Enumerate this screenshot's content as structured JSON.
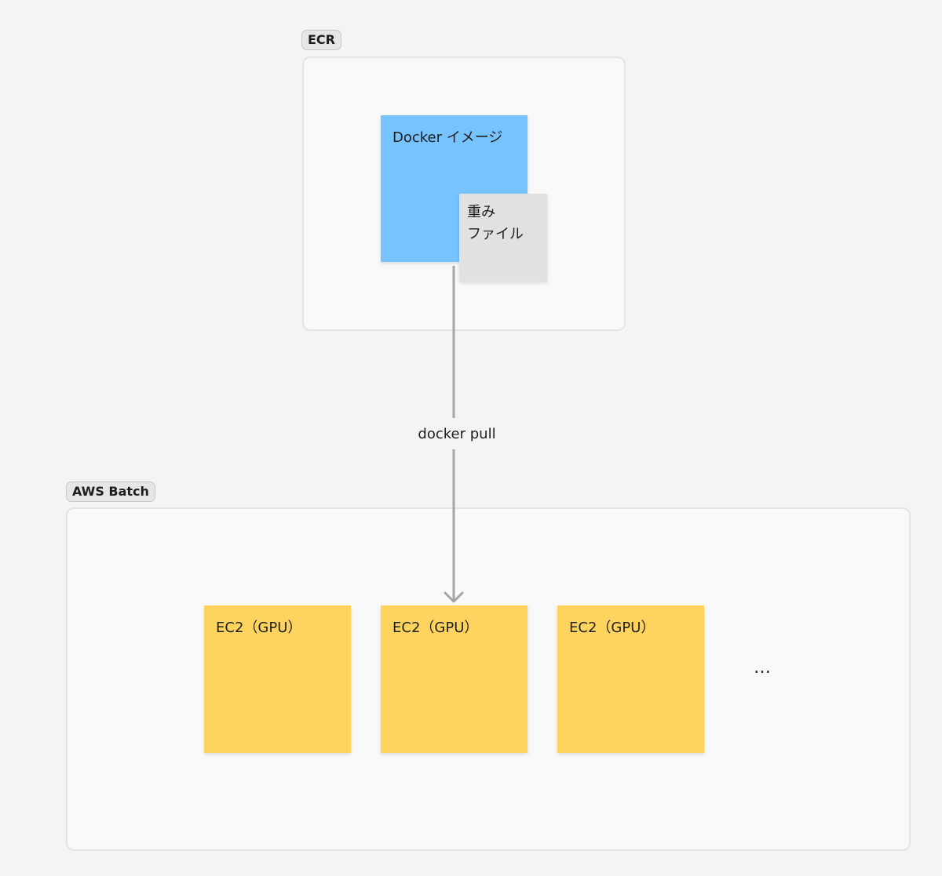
{
  "sections": {
    "ecr": {
      "label": "ECR"
    },
    "batch": {
      "label": "AWS Batch"
    }
  },
  "stickies": {
    "docker_image": "Docker イメージ",
    "weights_line1": "重み",
    "weights_line2": "ファイル",
    "ec2": [
      "EC2（GPU）",
      "EC2（GPU）",
      "EC2（GPU）"
    ]
  },
  "connector": {
    "label": "docker pull"
  },
  "more": "…",
  "colors": {
    "background": "#f4f4f4",
    "docker_sticky": "#77c3ff",
    "weights_sticky": "#e1e1e1",
    "ec2_sticky": "#ffd45e",
    "connector": "#a6a6a6"
  },
  "icons": {
    "connector_head": "arrow-down-icon"
  }
}
